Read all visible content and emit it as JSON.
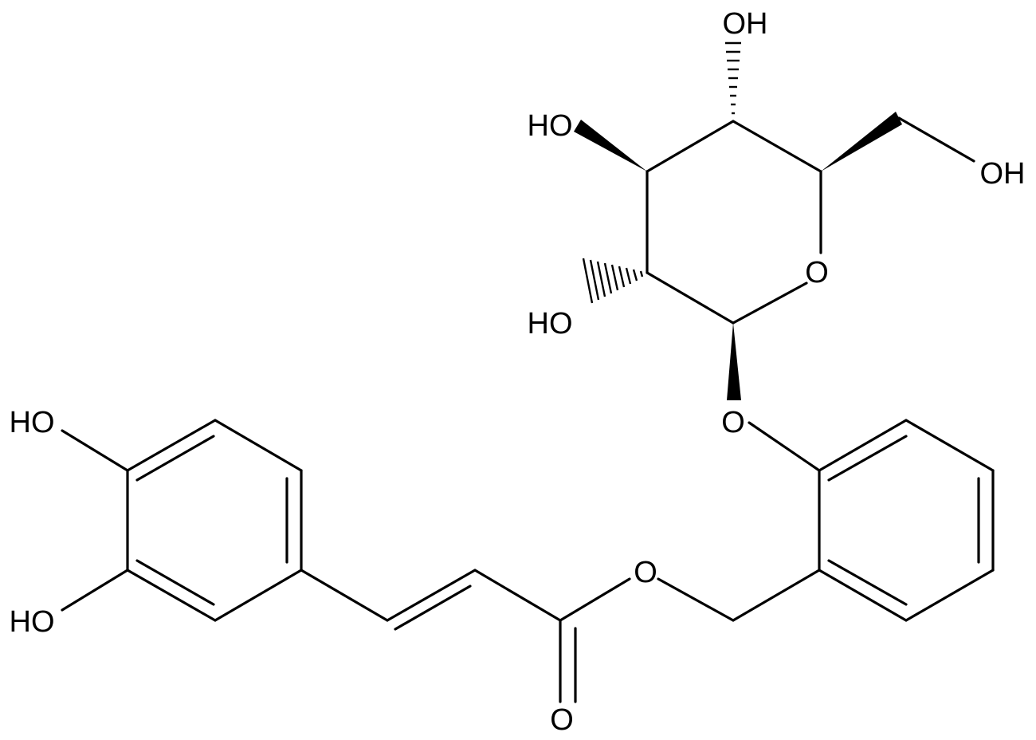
{
  "molecule": {
    "atom_labels": {
      "oh_glc_top": "OH",
      "oh_glc_left_upper": "HO",
      "oh_glc_ch2": "OH",
      "o_ring": "O",
      "oh_glc_left_lower": "HO",
      "o_glycosidic": "O",
      "oh_catechol_upper": "HO",
      "oh_catechol_lower": "HO",
      "o_ester": "O",
      "o_carbonyl": "O"
    },
    "colors": {
      "bond": "#000000",
      "label": "#000000",
      "background": "#ffffff"
    }
  }
}
